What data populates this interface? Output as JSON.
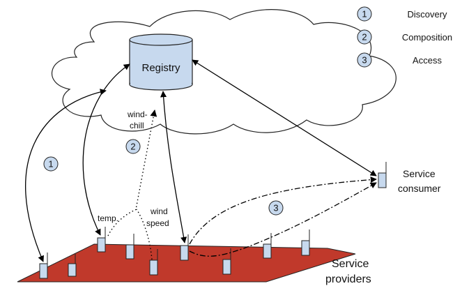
{
  "legend": [
    {
      "number": "1",
      "label": "Discovery"
    },
    {
      "number": "2",
      "label": "Composition"
    },
    {
      "number": "3",
      "label": "Access"
    }
  ],
  "registry": {
    "label": "Registry"
  },
  "labels": {
    "wind_chill_line1": "wind-",
    "wind_chill_line2": "chill",
    "temp": "temp.",
    "wind_speed_line1": "wind",
    "wind_speed_line2": "speed",
    "consumer_line1": "Service",
    "consumer_line2": "consumer",
    "providers_line1": "Service",
    "providers_line2": "providers"
  },
  "steps": {
    "discovery": "1",
    "composition": "2",
    "access": "3"
  },
  "colors": {
    "cloud_stroke": "#222222",
    "registry_fill": "#c7d9ee",
    "sensor_fill": "#c7d9ee",
    "platform_fill": "#c0392b",
    "step_circle_fill": "#c7d9ee"
  }
}
